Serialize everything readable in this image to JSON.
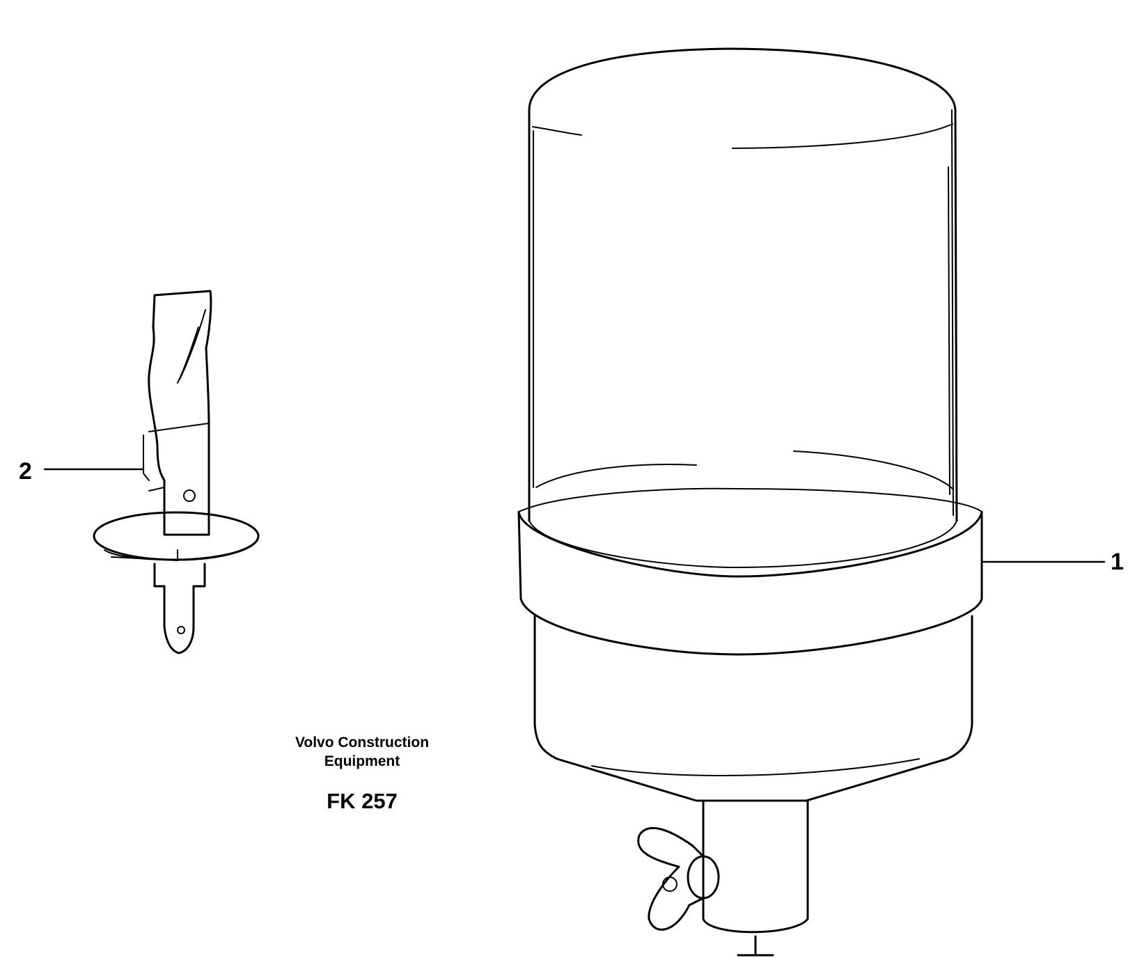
{
  "diagram": {
    "callouts": [
      {
        "number": "1",
        "part": "bowl"
      },
      {
        "number": "2",
        "part": "sensor"
      }
    ],
    "caption": {
      "company": "Volvo Construction Equipment",
      "figure_code": "FK 257"
    },
    "colors": {
      "line": "#000000",
      "background": "#ffffff"
    }
  }
}
